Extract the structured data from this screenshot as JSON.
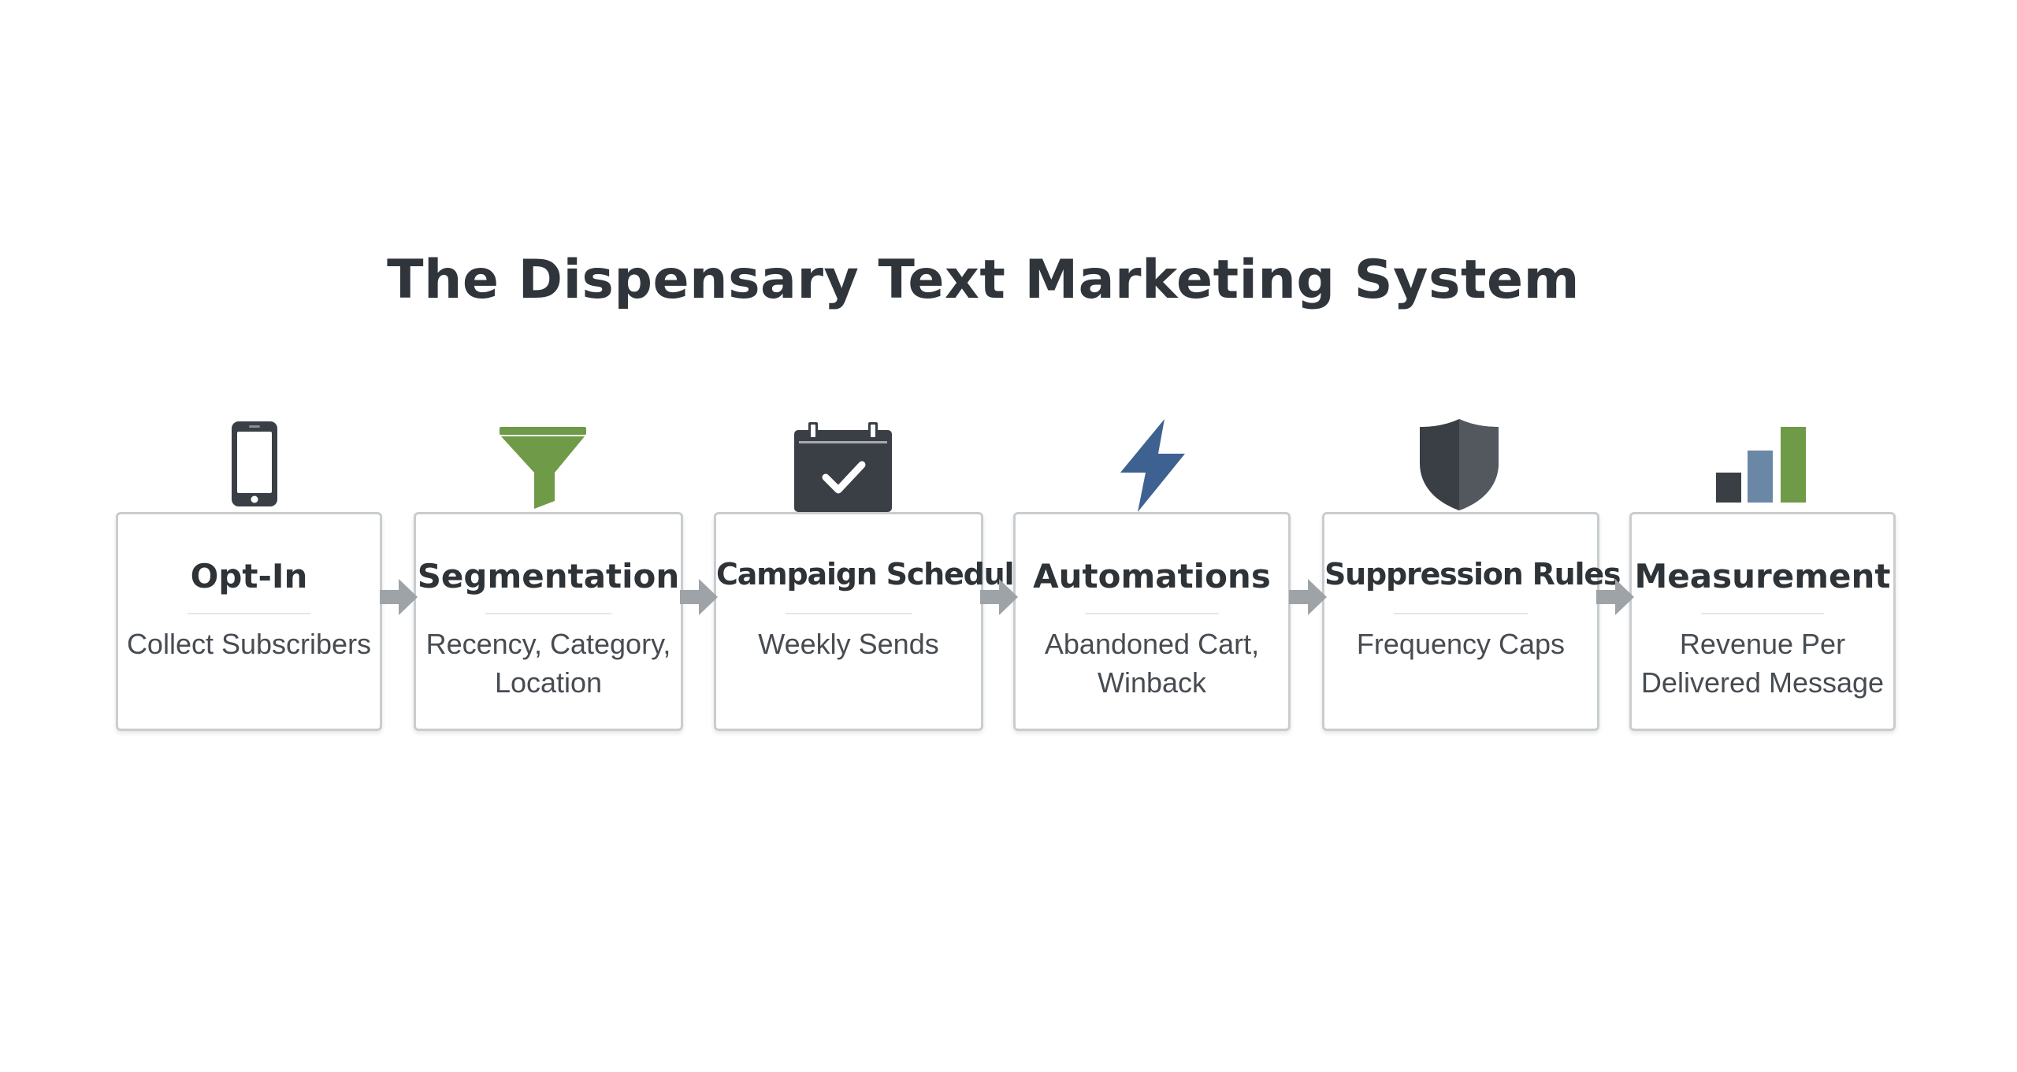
{
  "title": "The Dispensary Text Marketing System",
  "colors": {
    "dark": "#3a3f46",
    "green": "#6f9a48",
    "blue": "#3d6190",
    "slate": "#6a87a6",
    "arrow": "#9ea3a8",
    "card_border": "#c9cdd0"
  },
  "steps": [
    {
      "icon": "smartphone-icon",
      "title": "Opt-In",
      "subtitle": "Collect Subscribers"
    },
    {
      "icon": "funnel-icon",
      "title": "Segmentation",
      "subtitle": "Recency, Category,\nLocation"
    },
    {
      "icon": "calendar-check-icon",
      "title": "Campaign Schedule",
      "subtitle": "Weekly Sends"
    },
    {
      "icon": "lightning-bolt-icon",
      "title": "Automations",
      "subtitle": "Abandoned Cart,\nWinback"
    },
    {
      "icon": "shield-icon",
      "title": "Suppression Rules",
      "subtitle": "Frequency Caps"
    },
    {
      "icon": "bar-chart-icon",
      "title": "Measurement",
      "subtitle": "Revenue Per\nDelivered Message"
    }
  ]
}
